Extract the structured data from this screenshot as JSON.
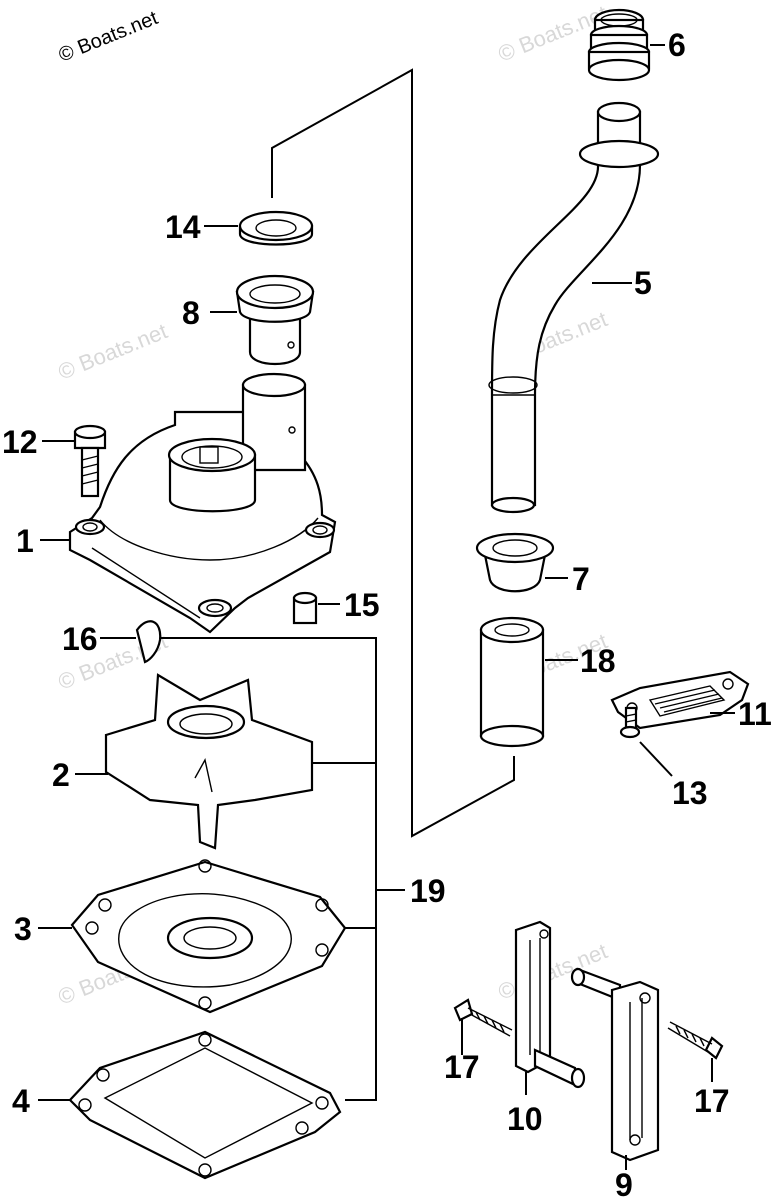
{
  "watermarks": {
    "top_left": "© Boats.net",
    "faint": "© Boats.net"
  },
  "callouts": {
    "c1": "1",
    "c2": "2",
    "c3": "3",
    "c4": "4",
    "c5": "5",
    "c6": "6",
    "c7": "7",
    "c8": "8",
    "c9": "9",
    "c10": "10",
    "c11": "11",
    "c12": "12",
    "c13": "13",
    "c14": "14",
    "c15": "15",
    "c16": "16",
    "c17a": "17",
    "c17b": "17",
    "c18": "18",
    "c19": "19"
  }
}
